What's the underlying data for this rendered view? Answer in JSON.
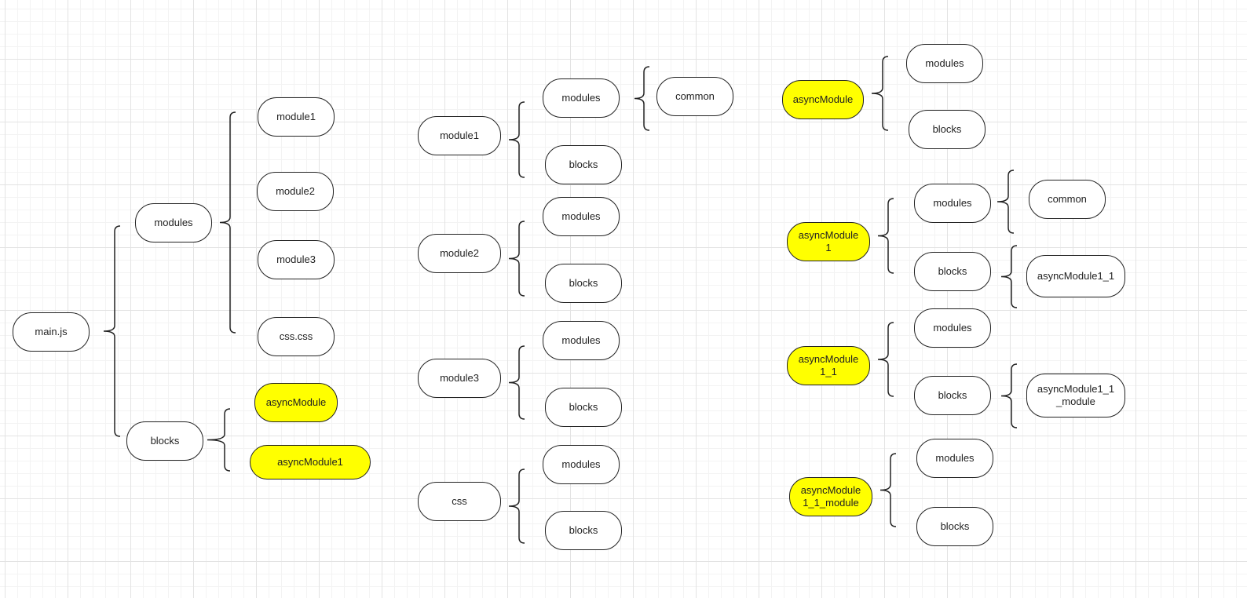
{
  "colors": {
    "highlight": "#ffff00",
    "node_fill": "#ffffff",
    "stroke": "#222222",
    "grid": "#e3e3e3"
  },
  "nodes": {
    "main_js": "main.js",
    "root_modules": "modules",
    "root_blocks": "blocks",
    "root_module1": "module1",
    "root_module2": "module2",
    "root_module3": "module3",
    "root_css": "css.css",
    "root_async_module": "asyncModule",
    "root_async_module1": "asyncModule1",
    "c2_module1": "module1",
    "c2_module1_modules": "modules",
    "c2_module1_blocks": "blocks",
    "c2_common": "common",
    "c2_module2": "module2",
    "c2_module2_modules": "modules",
    "c2_module2_blocks": "blocks",
    "c2_module3": "module3",
    "c2_module3_modules": "modules",
    "c2_module3_blocks": "blocks",
    "c2_css": "css",
    "c2_css_modules": "modules",
    "c2_css_blocks": "blocks",
    "c3_async_module": "asyncModule",
    "c3_async_module_modules": "modules",
    "c3_async_module_blocks": "blocks",
    "c3_async_module1": "asyncModule\n1",
    "c3_async_module1_modules": "modules",
    "c3_async_module1_blocks": "blocks",
    "c3_common": "common",
    "c3_async_module1_1_child": "asyncModule1_1",
    "c3_async_module1_1": "asyncModule\n1_1",
    "c3_async_module1_1_modules": "modules",
    "c3_async_module1_1_blocks": "blocks",
    "c3_async_module1_1_module_child": "asyncModule1_1\n_module",
    "c3_async_module1_1_module": "asyncModule\n1_1_module",
    "c3_async_module1_1_module_modules": "modules",
    "c3_async_module1_1_module_blocks": "blocks"
  }
}
